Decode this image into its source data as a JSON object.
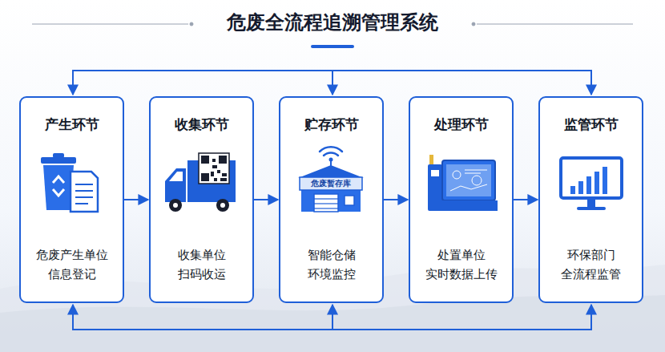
{
  "diagram": {
    "title": "危废全流程追溯管理系统",
    "nodes": [
      {
        "text": [
          "产生环节",
          "危废产生单位 信息登记"
        ]
      },
      {
        "text": [
          "收集环节",
          "收集单位 扫码收运"
        ]
      },
      {
        "text": [
          "贮存环节",
          "智能仓储 环境监控"
        ]
      },
      {
        "text": [
          "处理环节",
          "处置单位 实时数据上传"
        ]
      },
      {
        "text": [
          "监管环节",
          "环保部门 全流程监管"
        ]
      }
    ],
    "edges": [
      {
        "from": 0,
        "to": 1,
        "arrow": "to"
      },
      {
        "from": 1,
        "to": 2,
        "arrow": "to"
      },
      {
        "from": 2,
        "to": 3,
        "arrow": "to"
      },
      {
        "from": 3,
        "to": 4,
        "arrow": "to"
      }
    ],
    "labels": [
      "危废暂存库"
    ]
  }
}
